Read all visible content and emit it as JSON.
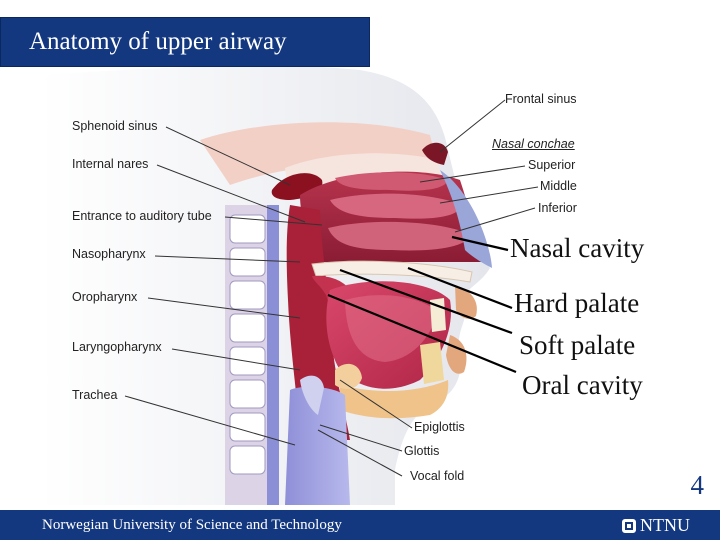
{
  "slide": {
    "title": "Anatomy of upper airway",
    "page_number": "4",
    "footer_text": "Norwegian University of Science and Technology",
    "logo_text": "NTNU"
  },
  "labels": {
    "sphenoid_sinus": "Sphenoid sinus",
    "internal_nares": "Internal nares",
    "auditory_tube": "Entrance to auditory tube",
    "nasopharynx": "Nasopharynx",
    "oropharynx": "Oropharynx",
    "laryngopharynx": "Laryngopharynx",
    "trachea": "Trachea",
    "frontal_sinus": "Frontal sinus",
    "nasal_conchae": "Nasal conchae",
    "superior": "Superior",
    "middle": "Middle",
    "inferior": "Inferior",
    "epiglottis": "Epiglottis",
    "glottis": "Glottis",
    "vocal_fold": "Vocal fold"
  },
  "callouts": {
    "nasal_cavity": "Nasal cavity",
    "hard_palate": "Hard palate",
    "soft_palate": "Soft palate",
    "oral_cavity": "Oral cavity"
  },
  "colors": {
    "brand_blue": "#14387f"
  }
}
